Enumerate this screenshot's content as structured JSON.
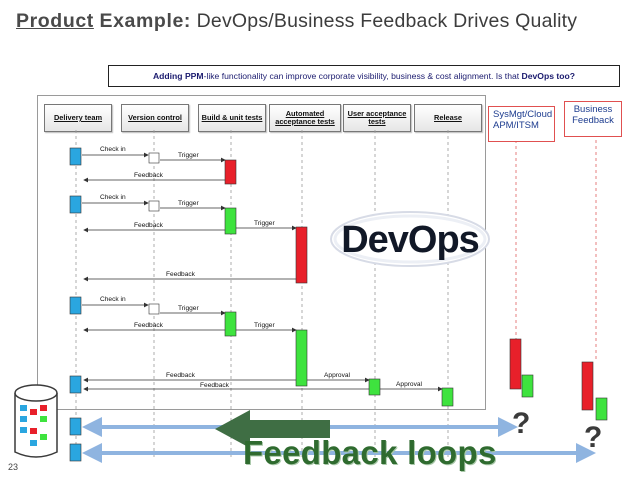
{
  "title": {
    "prefix_bold": "Product",
    "example_bold": "Example:",
    "subtitle": "DevOps/Business Feedback Drives Quality"
  },
  "callout": {
    "part1": "Adding ",
    "ppm": "PPM",
    "part2": "-like functionality can improve corporate visibility, business & cost alignment. Is that ",
    "devops": "DevOps",
    "part3": " too?"
  },
  "lanes": [
    "Delivery team",
    "Version control",
    "Build & unit tests",
    "Automated acceptance tests",
    "User acceptance tests",
    "Release"
  ],
  "messages": {
    "check_in": "Check in",
    "trigger": "Trigger",
    "feedback": "Feedback",
    "approval": "Approval"
  },
  "extra_boxes": {
    "sysmgt": "SysMgt/Cloud APM/ITSM",
    "business": "Business Feedback"
  },
  "logo_text": "DevOps",
  "footer": {
    "feedback_loops": "Feedback loops",
    "question_mark": "?",
    "slide_number": "23"
  },
  "colors": {
    "red": "#e8202a",
    "green": "#3ee33e",
    "blue": "#2aa6e0",
    "arrow_blue": "#8fb4e0",
    "dark_green": "#3f6e44"
  }
}
